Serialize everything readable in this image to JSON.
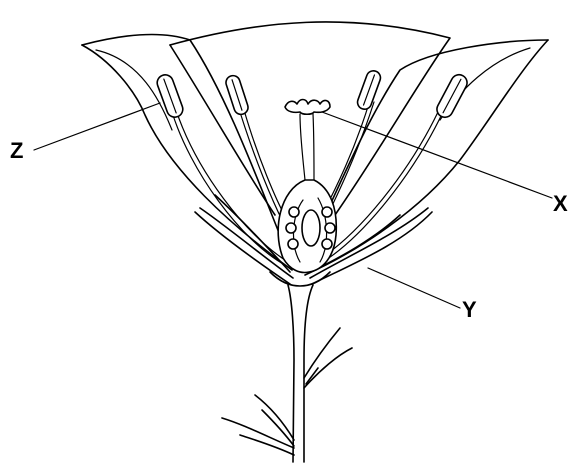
{
  "labels": {
    "z": "Z",
    "x": "X",
    "y": "Y"
  }
}
